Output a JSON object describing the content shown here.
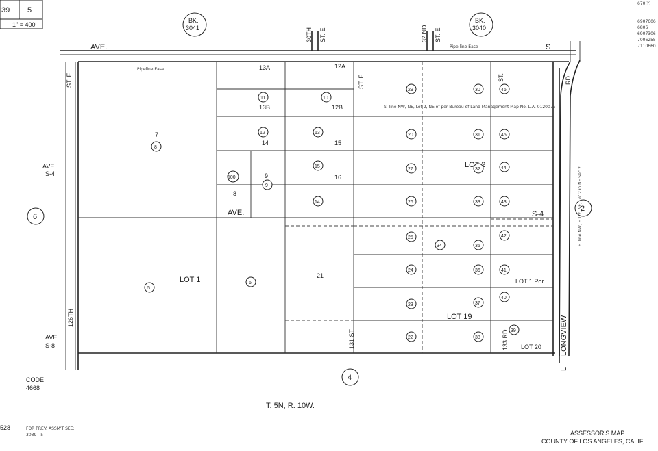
{
  "corner": {
    "left_num": "39",
    "right_num": "5",
    "scale_text": "1\" = 400'"
  },
  "header_ref": [
    "670(?)",
    "6907606",
    "6806",
    "6907306",
    "7006255",
    "7110660"
  ],
  "books": [
    {
      "label": "BK.",
      "number": "3041"
    },
    {
      "label": "BK.",
      "number": "3040"
    }
  ],
  "streets": {
    "ave_top": "AVE.",
    "s_top": "S",
    "st_e_left": "ST. E",
    "th30": "30TH",
    "th30_st": "ST. E",
    "nd32": "32 ND",
    "nd32_st": "ST. E",
    "st_mid": "ST.",
    "st_e_mid": "ST. E",
    "rd_right": "RD.",
    "ave_s4": "AVE.",
    "s4": "S-4",
    "ave_mid": "AVE.",
    "s4_right": "S-4",
    "th126": "126TH",
    "ave_s8": "AVE.",
    "s8": "S-8",
    "st131": "131 ST",
    "rd133": "133 RD",
    "longview": "LONGVIEW",
    "l_prefix": "L"
  },
  "sheet_circles": [
    "6",
    "2",
    "4"
  ],
  "lots": [
    "7",
    "8",
    "9",
    "LOT 1",
    "LOT 2",
    "LOT 19",
    "LOT 1 Por.",
    "LOT 20",
    "13A",
    "12A",
    "13B",
    "12B",
    "14",
    "15",
    "16",
    "21"
  ],
  "parcels": [
    "29",
    "30",
    "46",
    "11",
    "10",
    "12",
    "13",
    "20",
    "31",
    "45",
    "15",
    "27",
    "32",
    "44",
    "14",
    "26",
    "33",
    "43",
    "25",
    "34",
    "35",
    "42",
    "24",
    "36",
    "41",
    "23",
    "37",
    "40",
    "22",
    "38",
    "39",
    "8",
    "5",
    "6",
    "9",
    "100"
  ],
  "easements": {
    "pipeline_left": "Pipeline Ease",
    "pipeline_right": "Pipe line Ease",
    "note": "S. line NW, NE, Lot 2, NE of per Bureau of Land Management Map No. L.A. 0120077",
    "east_line": "E. line NW, E 1/2, NE, Lot 2 in NE Sec 2"
  },
  "bottom": {
    "code_label": "CODE",
    "code_value": "4668",
    "township": "T. 5N,   R. 10W.",
    "page_num": "528",
    "prev_label": "FOR PREV. ASSM'T SEE:",
    "prev_value": "3039 - 5",
    "assessor": "ASSESSOR'S MAP",
    "county": "COUNTY OF LOS ANGELES, CALIF."
  }
}
